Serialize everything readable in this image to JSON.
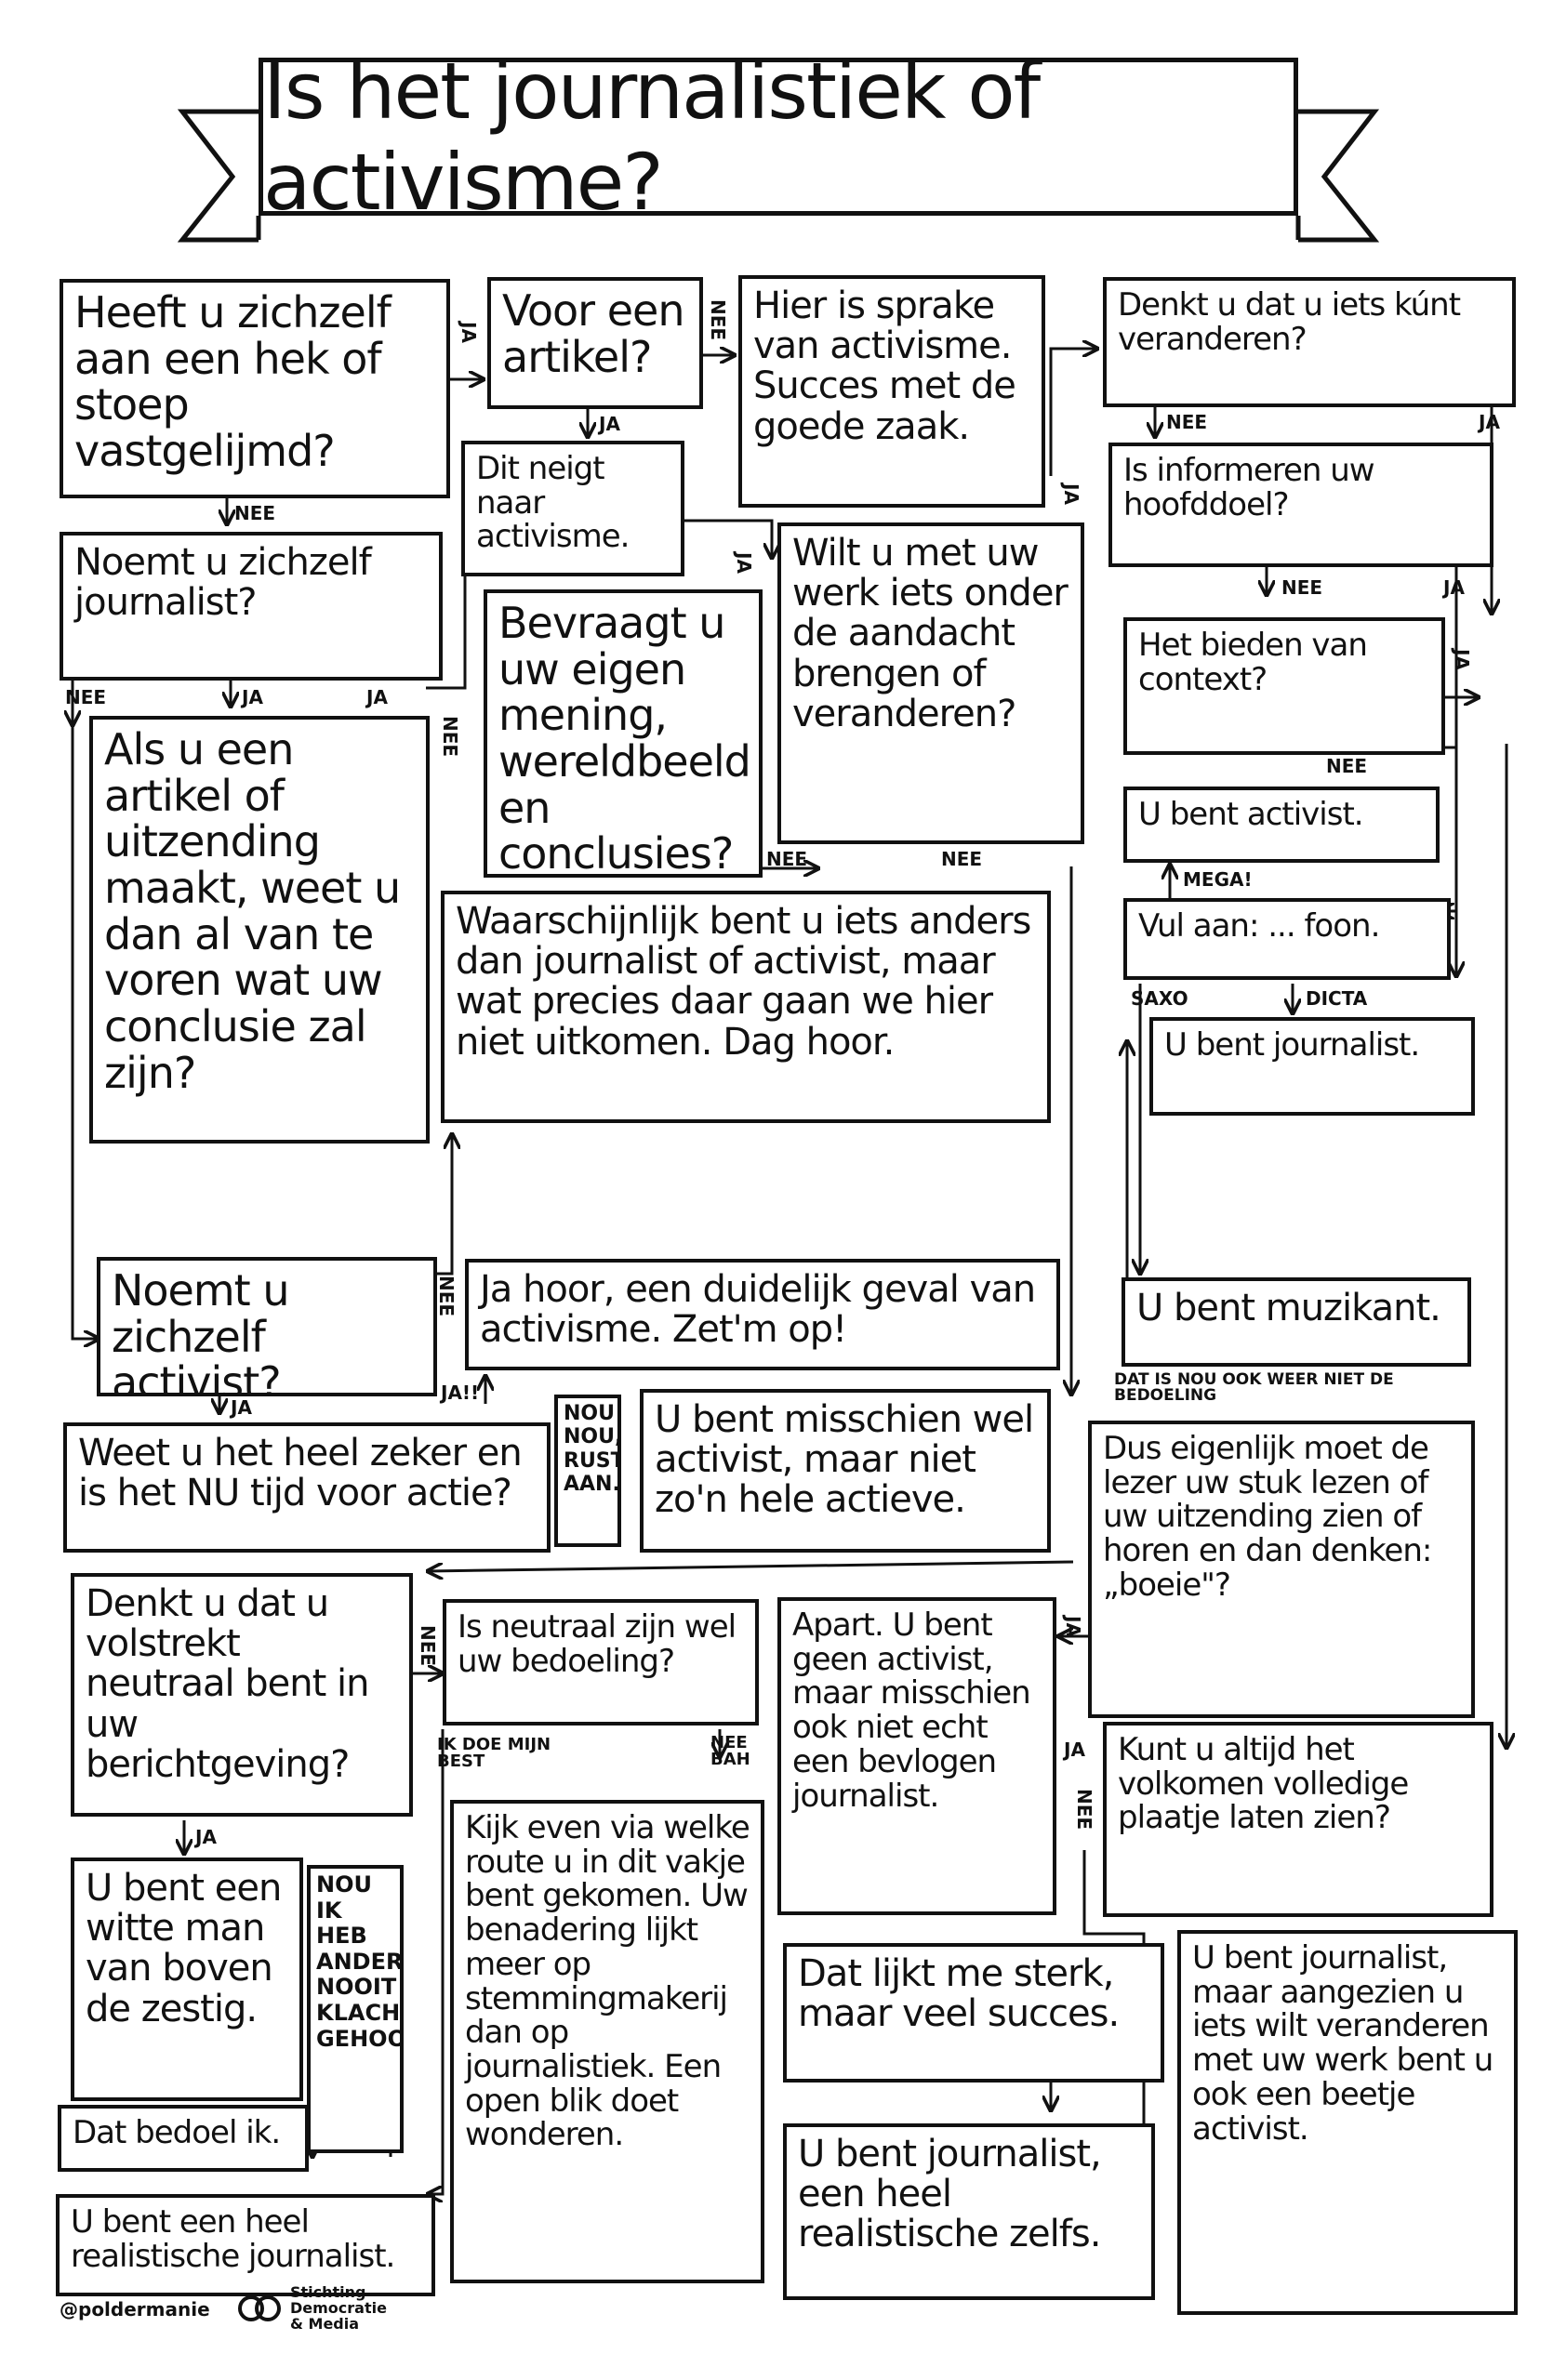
{
  "title": "Is het journalistiek of activisme?",
  "nodes": {
    "q_hek": "Heeft u zichzelf aan een hek of stoep vastgelijmd?",
    "q_artikel": "Voor een artikel?",
    "r_activisme_succes": "Hier is sprake van activisme. Succes met de goede zaak.",
    "q_veranderen": "Denkt u dat u iets kúnt veranderen?",
    "r_neigt": "Dit neigt naar activisme.",
    "q_journalist": "Noemt u zichzelf journalist?",
    "q_informeren": "Is informeren uw hoofddoel?",
    "q_aandacht": "Wilt u met uw werk iets onder de aandacht brengen of veranderen?",
    "q_bevraagt": "Bevraagt u uw eigen mening, wereldbeeld en conclusies?",
    "q_context": "Het bieden van context?",
    "q_conclusie": "Als u een artikel of uitzending maakt, weet u dan al van te voren wat uw conclusie zal zijn?",
    "r_activist": "U bent activist.",
    "q_vulaan": "Vul aan: ... foon.",
    "r_anders": "Waarschijnlijk bent u iets anders dan journalist of activist, maar wat precies daar gaan we hier niet uitkomen. Dag hoor.",
    "r_journalist": "U bent journalist.",
    "q_activist": "Noemt u zichzelf activist?",
    "r_duidelijk": "Ja hoor, een duidelijk geval van activisme. Zet'm op!",
    "r_muzikant": "U bent muzikant.",
    "q_zeker": "Weet u het heel zeker en is het NU tijd voor actie?",
    "r_rustig": "NOU NOU, RUSTIG AAN.",
    "r_misschien": "U bent misschien wel activist, maar niet zo'n hele actieve.",
    "q_boeie": "Dus eigenlijk moet de lezer uw stuk lezen of uw uitzending zien of horen en dan denken: „boeie\"?",
    "q_neutraal": "Denkt u dat u volstrekt neutraal bent in uw berichtgeving?",
    "q_bedoeling": "Is neutraal zijn wel uw bedoeling?",
    "r_apart": "Apart. U bent geen activist, maar misschien ook niet echt een bevlogen journalist.",
    "q_plaatje": "Kunt u altijd het volkomen volledige plaatje laten zien?",
    "r_wittte_man": "U bent een witte man van boven de zestig.",
    "r_klachten": "NOU IK HEB ANDERS NOOIT KLACHTEN GEHOORD!",
    "r_kijk": "Kijk even via welke route u in dit vakje bent gekomen. Uw benadering lijkt meer op stemmingmakerij dan op journalistiek. Een open blik doet wonderen.",
    "r_sterk": "Dat lijkt me sterk, maar veel succes.",
    "r_journa_act": "U bent journalist, maar aangezien u iets wilt veranderen met uw werk bent u ook een beetje activist.",
    "r_bedoel": "Dat bedoel ik.",
    "r_realistisch_zelfs": "U bent journalist, een heel realistische zelfs.",
    "r_realistisch": "U bent een heel realistische journalist."
  },
  "labels": {
    "ja": "JA",
    "nee": "NEE",
    "mega": "MEGA!",
    "saxo": "SAXO",
    "dicta": "DICTA",
    "ja_excl": "JA!!",
    "doe_best": "IK DOE MIJN BEST",
    "nee_bah": "NEE BAH",
    "bedoeling": "DAT IS NOU OOK WEER NIET DE BEDOELING"
  },
  "footer": {
    "handle": "@poldermanie",
    "org": "Stichting Democratie & Media"
  },
  "colors": {
    "ink": "#111111",
    "paper": "#ffffff"
  }
}
